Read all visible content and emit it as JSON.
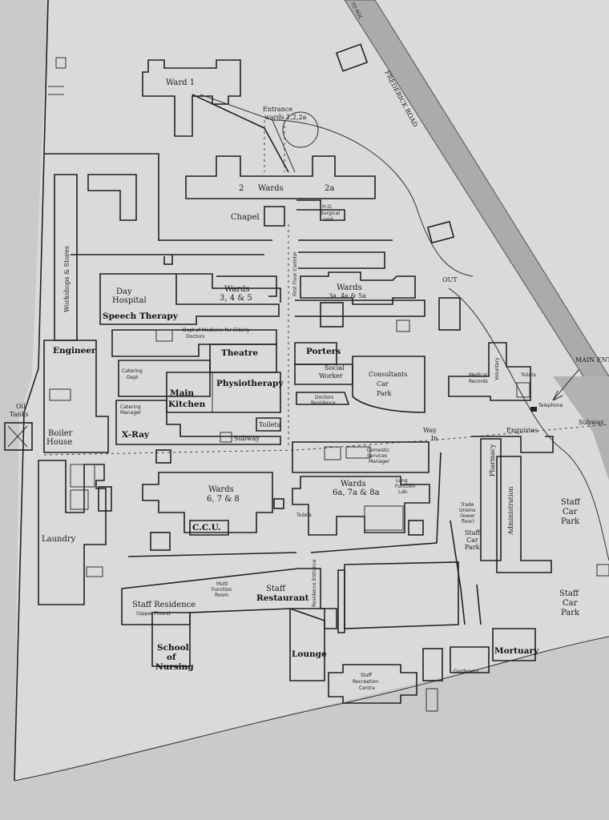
{
  "map": {
    "road_name": "FREDERICK ROAD",
    "road_top": "TO ROC",
    "main_entrance": "MAIN ENTRA",
    "out_label": "OUT",
    "in_label": "In",
    "way_label": "Way",
    "colors": {
      "paper": "#d6d7d9",
      "ink": "#222222",
      "road": "#a7a9ab"
    }
  },
  "labels": {
    "ward1": "Ward 1",
    "entrance_wards": "Entrance",
    "entrance_wards_2": "wards 1,2,2a",
    "wards_2_num": "2",
    "wards_2": "Wards",
    "wards_2a_num": "2a",
    "chapel": "Chapel",
    "ho_surgical": "H.O.",
    "ho_surgical_2": "Surgical",
    "ho_surgical_3": "Unit",
    "first_floor_corridor": "First Floor Corridor",
    "workshops": "Workshops & Stores",
    "day_hospital": "Day",
    "day_hospital_2": "Hospital",
    "speech_therapy": "Speech Therapy",
    "wards_345": "Wards",
    "wards_345_2": "3, 4 & 5",
    "wards_3a": "Wards",
    "wards_3a_2": "3a, 4a & 5a",
    "dept_medicine": "Dept of Medicine for Elderly",
    "doctors": "Doctors",
    "engineer": "Engineer",
    "theatre": "Theatre",
    "porters": "Porters",
    "social_worker": "Social",
    "social_worker_2": "Worker",
    "consultants_car_park": "Consultants",
    "consultants_car_park_2": "Car",
    "consultants_car_park_3": "Park",
    "catering": "Catering",
    "catering_2": "Dept",
    "physiotherapy": "Physiotherapy",
    "main_kitchen": "Main",
    "main_kitchen_2": "Kitchen",
    "doctors_residence": "Doctors",
    "doctors_residence_2": "Residence",
    "medical_records": "Medical",
    "medical_records_2": "Records",
    "voluntary_service": "Voluntary",
    "toilets_small": "Toilets",
    "telephone": "Telephone",
    "oil_tanks": "Oil",
    "oil_tanks_2": "Tanks",
    "boiler_house": "Boiler",
    "boiler_house_2": "House",
    "catering_manager": "Catering",
    "catering_manager_2": "Manager",
    "xray": "X-Ray",
    "toilets": "Toilets",
    "subway": "Subway",
    "subway_right": "Subway",
    "enquiries": "Enquiries",
    "domestic_services": "Domestic",
    "domestic_services_2": "Services",
    "domestic_services_3": "Manager",
    "pharmacy": "Pharmacy",
    "wards_678": "Wards",
    "wards_678_2": "6, 7 & 8",
    "wards_6a": "Wards",
    "wards_6a_2": "6a, 7a & 8a",
    "lung_function": "Lung",
    "lung_function_2": "Function",
    "lung_function_3": "Lab.",
    "ccu": "C.C.U.",
    "administration": "Administration",
    "trade_unions": "Trade",
    "trade_unions_2": "Unions",
    "trade_unions_3": "(lower",
    "trade_unions_4": "floor)",
    "staff_car_park": "Staff",
    "staff_car_park_2": "Car",
    "staff_car_park_3": "Park",
    "staff_car_park_b": "Staff",
    "staff_car_park_b_2": "Car",
    "staff_car_park_b_3": "Park",
    "staff_car_park_c": "Staff",
    "staff_car_park_c_2": "Car",
    "staff_car_park_c_3": "Park",
    "laundry": "Laundry",
    "multi_function": "Multi",
    "multi_function_2": "Function",
    "multi_function_3": "Room",
    "staff_restaurant": "Staff",
    "staff_restaurant_2": "Restaurant",
    "residence_entrance": "Residence Entrance",
    "staff_residence": "Staff Residence",
    "staff_residence_2": "(Upper Floors)",
    "school_nursing": "School",
    "school_nursing_2": "of",
    "school_nursing_3": "Nursing",
    "lounge": "Lounge",
    "staff_recreation": "Staff",
    "staff_recreation_2": "Recreation",
    "staff_recreation_3": "Centre",
    "gardeners": "Gardeners",
    "mortuary": "Mortuary",
    "toilets_tiny": "Toilets"
  }
}
